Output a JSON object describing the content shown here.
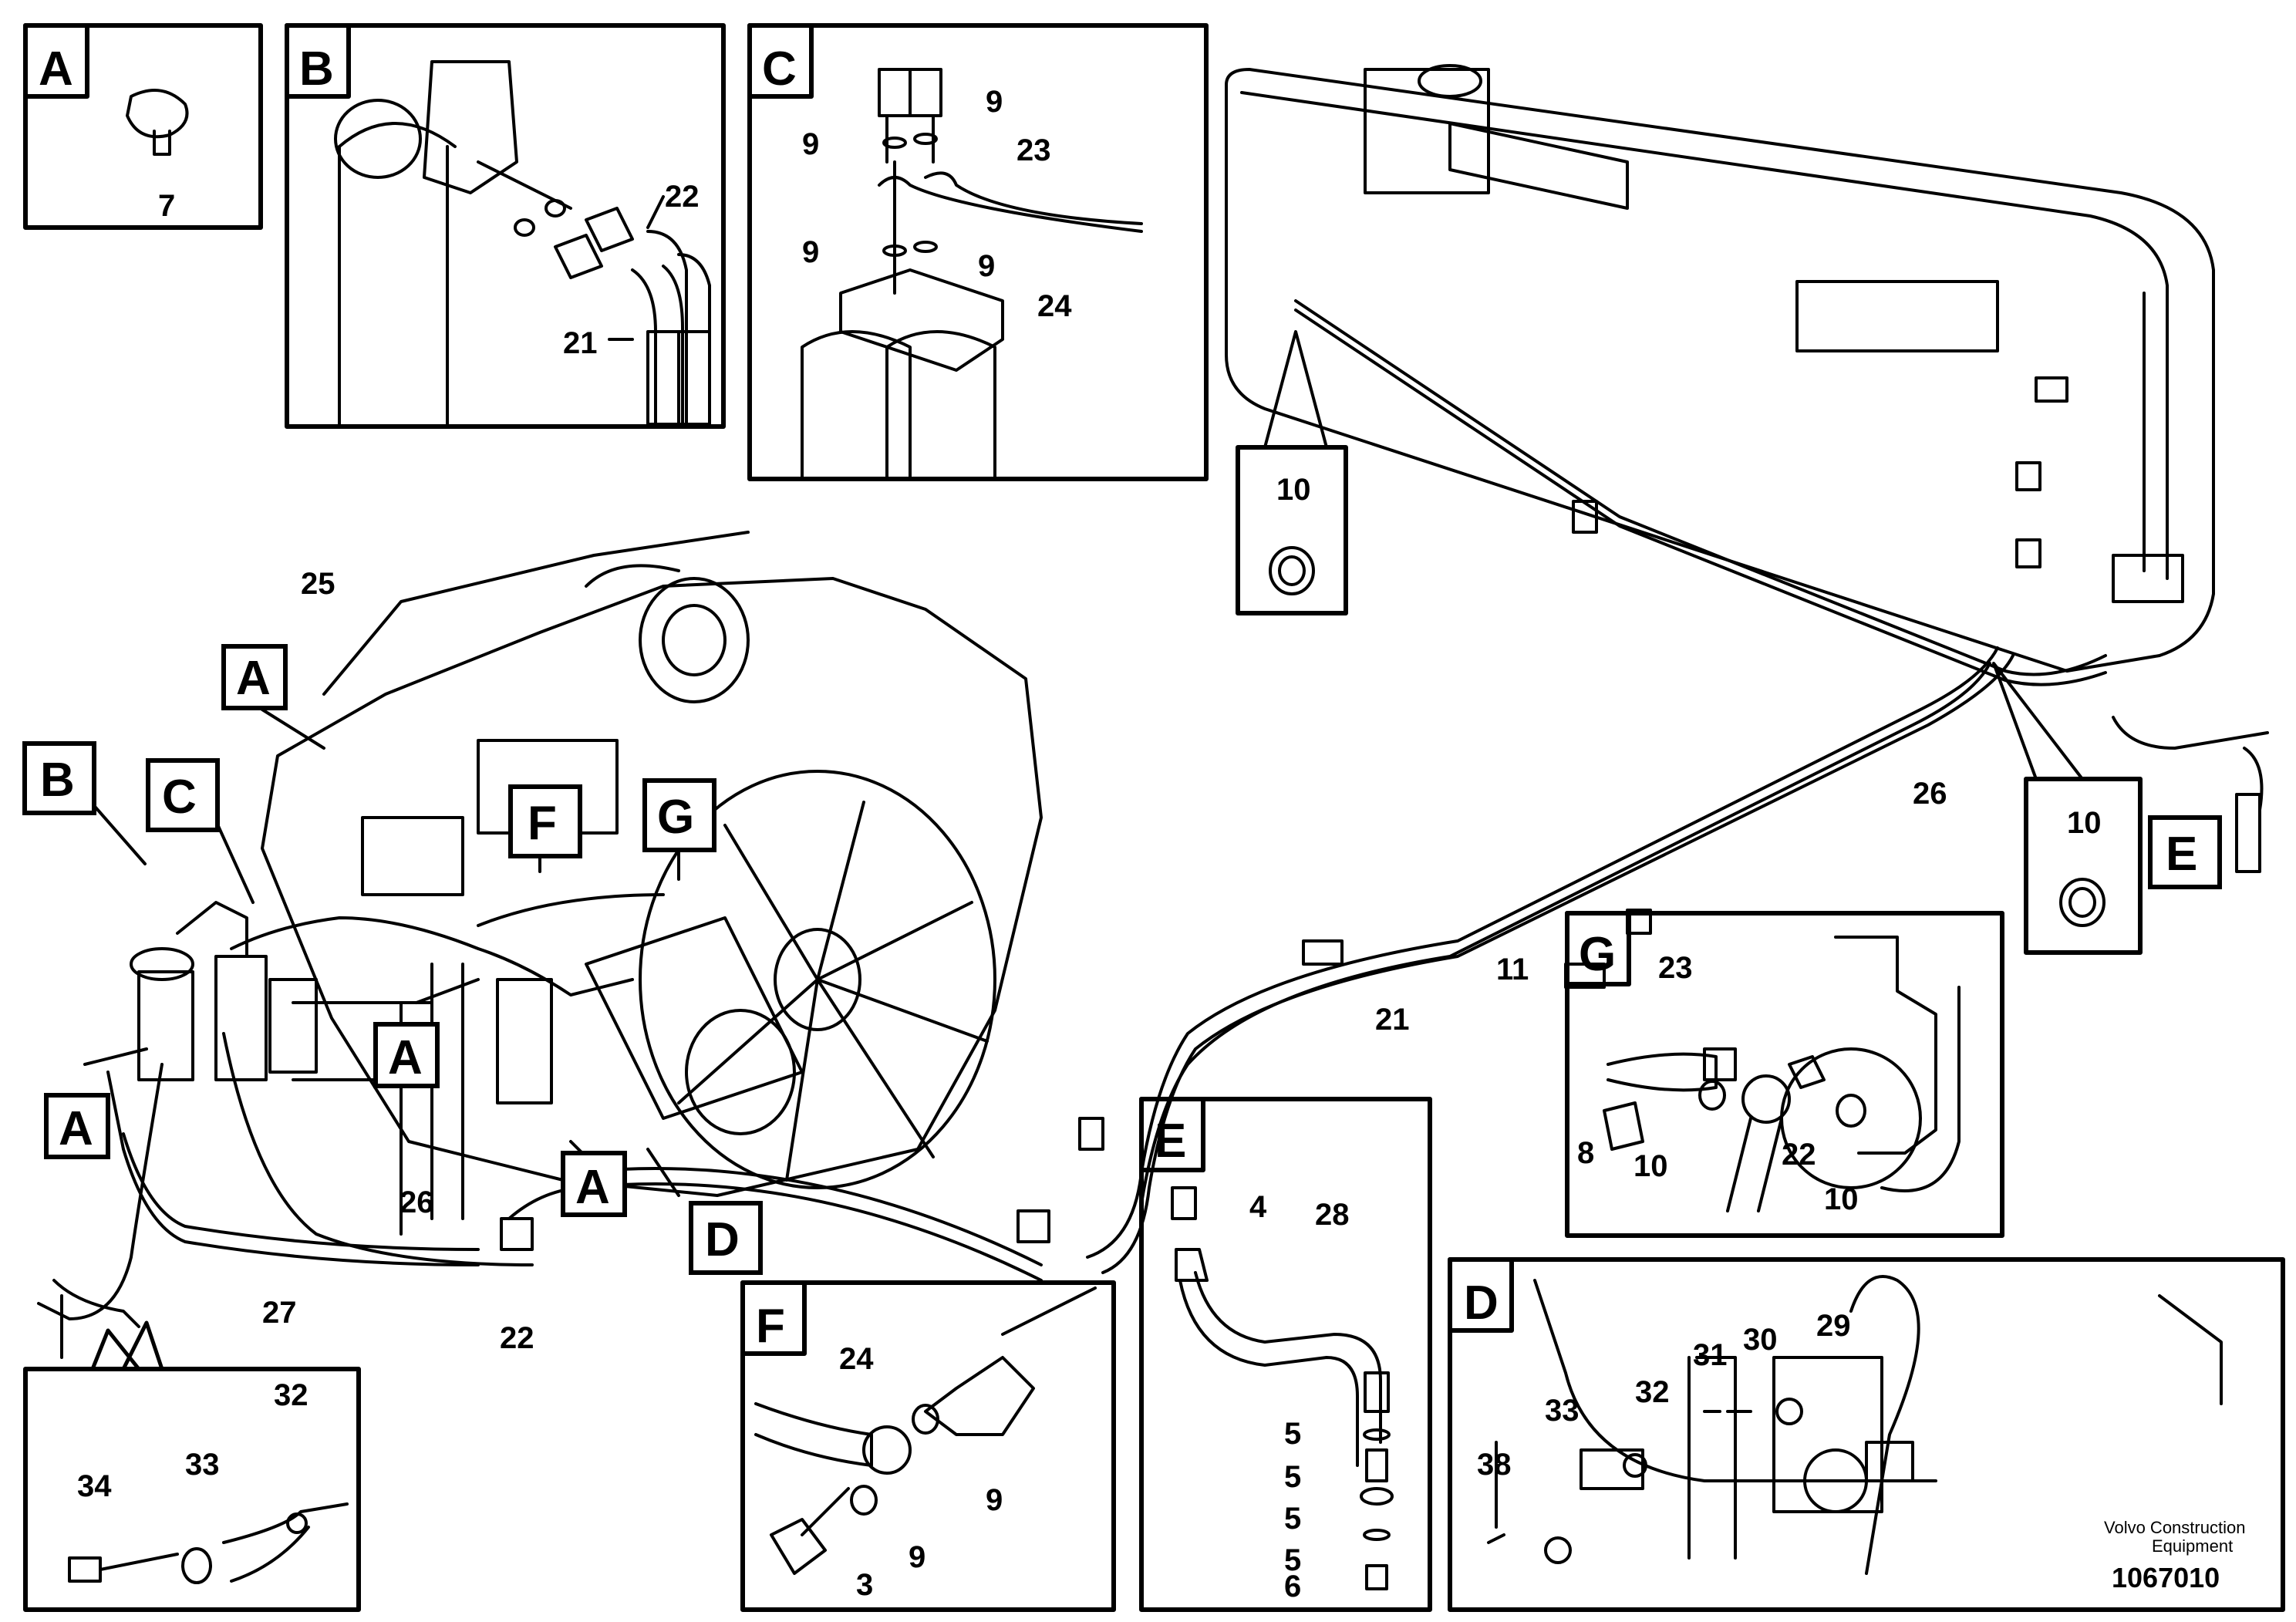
{
  "diagram": {
    "callouts": [
      "A",
      "B",
      "C",
      "D",
      "E",
      "F",
      "G"
    ],
    "insets": {
      "A": {
        "letter": "A",
        "labels": [
          "7"
        ]
      },
      "B": {
        "letter": "B",
        "labels": [
          "22",
          "21"
        ]
      },
      "C": {
        "letter": "C",
        "labels": [
          "9",
          "9",
          "23",
          "9",
          "9",
          "24"
        ]
      },
      "D": {
        "letter": "D",
        "labels": [
          "31",
          "30",
          "29",
          "32",
          "33",
          "38"
        ]
      },
      "E": {
        "letter": "E",
        "labels": [
          "4",
          "28",
          "5",
          "5",
          "5",
          "5",
          "6"
        ]
      },
      "F": {
        "letter": "F",
        "labels": [
          "24",
          "9",
          "9",
          "3"
        ]
      },
      "G": {
        "letter": "G",
        "labels": [
          "23",
          "8",
          "10",
          "22",
          "10"
        ]
      },
      "clamp": {
        "labels": [
          "34",
          "33",
          "32"
        ]
      },
      "tank_left": {
        "labels": [
          "10"
        ]
      },
      "tank_right": {
        "labels": [
          "10"
        ]
      }
    },
    "main_labels": {
      "p25": "25",
      "p26a": "26",
      "p26b": "26",
      "p27": "27",
      "p22": "22",
      "p21": "21",
      "p11": "11"
    },
    "footer": {
      "company_line1": "Volvo Construction",
      "company_line2": "Equipment",
      "drawing_number": "1067010"
    }
  }
}
